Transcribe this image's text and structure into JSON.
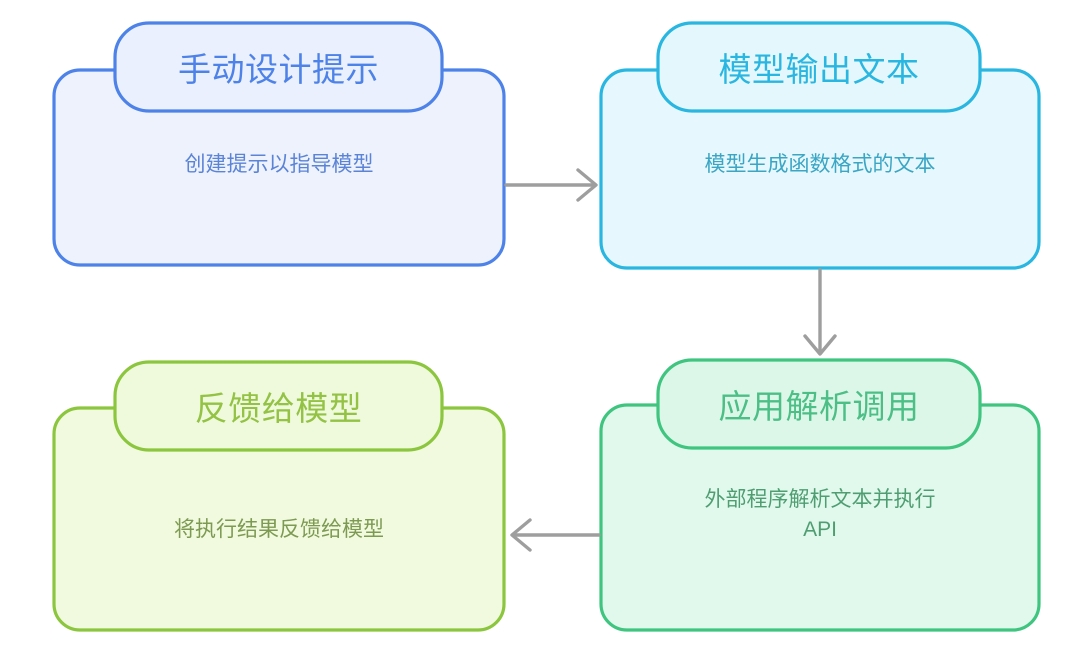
{
  "diagram": {
    "type": "flowchart",
    "layout": "2x2-cycle",
    "background": "#ffffff",
    "arrow_color": "#9e9e9e",
    "nodes": [
      {
        "id": "node-manual-prompt",
        "title": "手动设计提示",
        "body": "创建提示以指导模型",
        "stroke": "#4d82e8",
        "title_fill": "#eaf0fd",
        "body_fill": "#edf2fd",
        "text_color": "#4d82e8",
        "body_text_color": "#5b84d6",
        "position": "top-left"
      },
      {
        "id": "node-model-output",
        "title": "模型输出文本",
        "body": "模型生成函数格式的文本",
        "stroke": "#29b6e0",
        "title_fill": "#e3f7fd",
        "body_fill": "#e6f7fd",
        "text_color": "#29b6e0",
        "body_text_color": "#3aa6c4",
        "position": "top-right"
      },
      {
        "id": "node-app-parse-call",
        "title": "应用解析调用",
        "body": "外部程序解析文本并执行 API",
        "body_line1": "外部程序解析文本并执行",
        "body_line2": "API",
        "stroke": "#3fc57f",
        "title_fill": "#dcf7e8",
        "body_fill": "#e1f8ec",
        "text_color": "#4cbf86",
        "body_text_color": "#4f9e72",
        "position": "bottom-right"
      },
      {
        "id": "node-feedback-model",
        "title": "反馈给模型",
        "body": "将执行结果反馈给模型",
        "stroke": "#8cc63f",
        "title_fill": "#eefadb",
        "body_fill": "#f1fade",
        "text_color": "#93c244",
        "body_text_color": "#7d9a53",
        "position": "bottom-left"
      }
    ],
    "connections": [
      {
        "id": "arrow-prompt-to-output",
        "from": "node-manual-prompt",
        "to": "node-model-output",
        "direction": "right",
        "label": ""
      },
      {
        "id": "arrow-output-to-parse",
        "from": "node-model-output",
        "to": "node-app-parse-call",
        "direction": "down",
        "label": ""
      },
      {
        "id": "arrow-parse-to-feedback",
        "from": "node-app-parse-call",
        "to": "node-feedback-model",
        "direction": "left",
        "label": ""
      }
    ]
  }
}
